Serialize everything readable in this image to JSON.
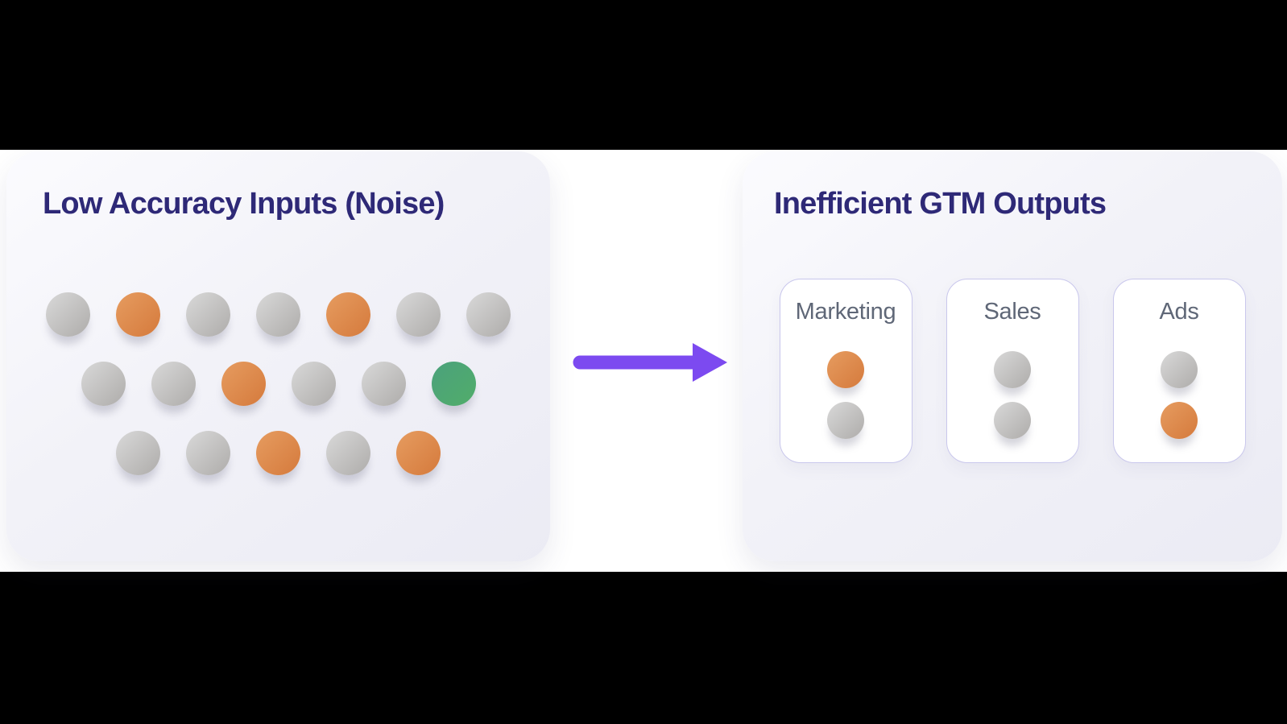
{
  "left_panel": {
    "title": "Low Accuracy Inputs (Noise)",
    "dot_rows": [
      [
        "gray",
        "orange",
        "gray",
        "gray",
        "orange",
        "gray",
        "gray"
      ],
      [
        "gray",
        "gray",
        "orange",
        "gray",
        "gray",
        "green"
      ],
      [
        "gray",
        "gray",
        "orange",
        "gray",
        "orange"
      ]
    ]
  },
  "arrow": {
    "direction": "right"
  },
  "right_panel": {
    "title": "Inefficient GTM Outputs",
    "cards": [
      {
        "label": "Marketing",
        "dots": [
          "orange",
          "gray"
        ]
      },
      {
        "label": "Sales",
        "dots": [
          "gray",
          "gray"
        ]
      },
      {
        "label": "Ads",
        "dots": [
          "gray",
          "orange"
        ]
      }
    ]
  },
  "colors": {
    "background": "#000000",
    "band_bg": "#ffffff",
    "panel_bg": "#f1f1f8",
    "title": "#2e2977",
    "card_label": "#5f6777",
    "card_border": "#c9c7ec",
    "arrow": "#7c4af0",
    "dot_gray_light": "#d9d9d9",
    "dot_gray_dark": "#aeacaa",
    "dot_orange_light": "#e69c60",
    "dot_orange_dark": "#d57a3c",
    "dot_green_light": "#4ba17c",
    "dot_green_dark": "#51ad6a"
  }
}
